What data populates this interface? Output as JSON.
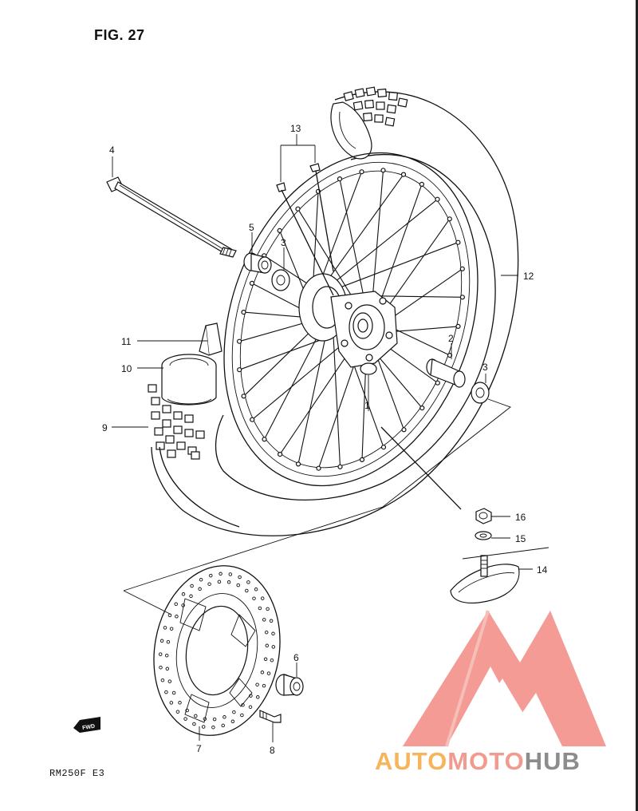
{
  "figure": {
    "title": "FIG. 27",
    "model": "RM250F  E3"
  },
  "callouts": [
    "1",
    "2",
    "3",
    "3",
    "4",
    "5",
    "6",
    "7",
    "8",
    "9",
    "10",
    "11",
    "12",
    "13",
    "14",
    "15",
    "16"
  ],
  "fwd_badge": "FWD",
  "watermark": {
    "brand": "AUTOMOTOHUB",
    "colors": {
      "auto": "#f6b55a",
      "moto": "#f19a8f",
      "hub": "#8c8c8c",
      "logo": "#ef7d73"
    }
  }
}
